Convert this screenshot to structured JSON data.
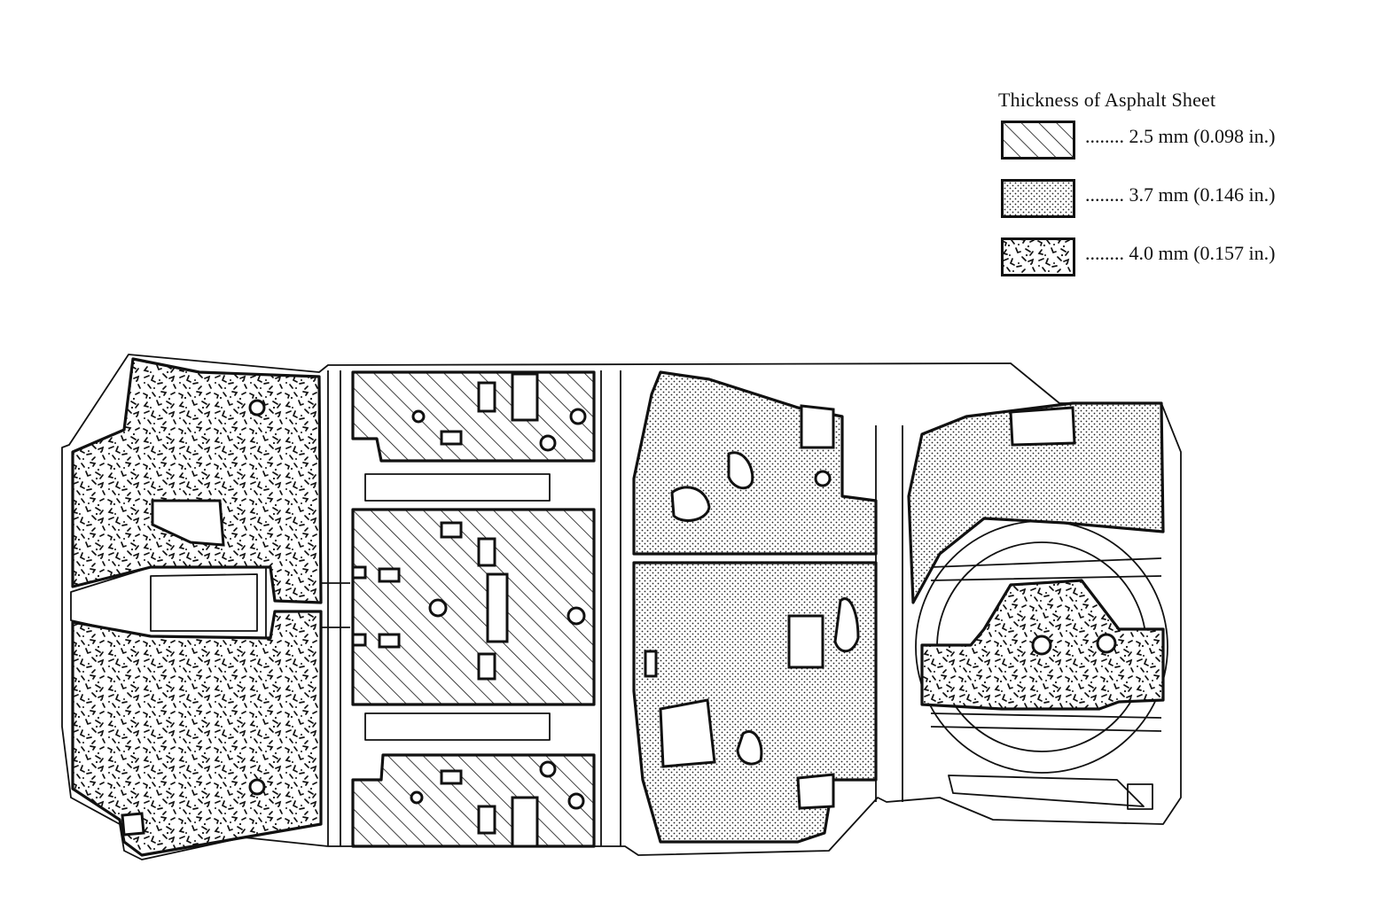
{
  "legend": {
    "title": "Thickness of Asphalt Sheet",
    "items": [
      {
        "pattern": "hatch",
        "label": "........ 2.5 mm (0.098 in.)",
        "thickness_mm": 2.5,
        "thickness_in": 0.098
      },
      {
        "pattern": "dots",
        "label": "........ 3.7 mm (0.146 in.)",
        "thickness_mm": 3.7,
        "thickness_in": 0.146
      },
      {
        "pattern": "speckle",
        "label": "........ 4.0 mm (0.157 in.)",
        "thickness_mm": 4.0,
        "thickness_in": 0.157
      }
    ]
  },
  "diagram": {
    "subject": "floor-pan-asphalt-sheet-layout",
    "regions": [
      {
        "name": "front-floor-left",
        "pattern": "speckle"
      },
      {
        "name": "front-floor-right",
        "pattern": "speckle"
      },
      {
        "name": "center-floor-upper",
        "pattern": "hatch"
      },
      {
        "name": "center-floor-middle",
        "pattern": "hatch"
      },
      {
        "name": "center-floor-lower",
        "pattern": "hatch"
      },
      {
        "name": "rear-floor-upper",
        "pattern": "dots"
      },
      {
        "name": "rear-floor-lower",
        "pattern": "dots"
      },
      {
        "name": "trunk-floor",
        "pattern": "dots"
      },
      {
        "name": "spare-tire-well",
        "pattern": "speckle"
      }
    ],
    "colors": {
      "ink": "#111111",
      "paper": "#ffffff"
    }
  }
}
